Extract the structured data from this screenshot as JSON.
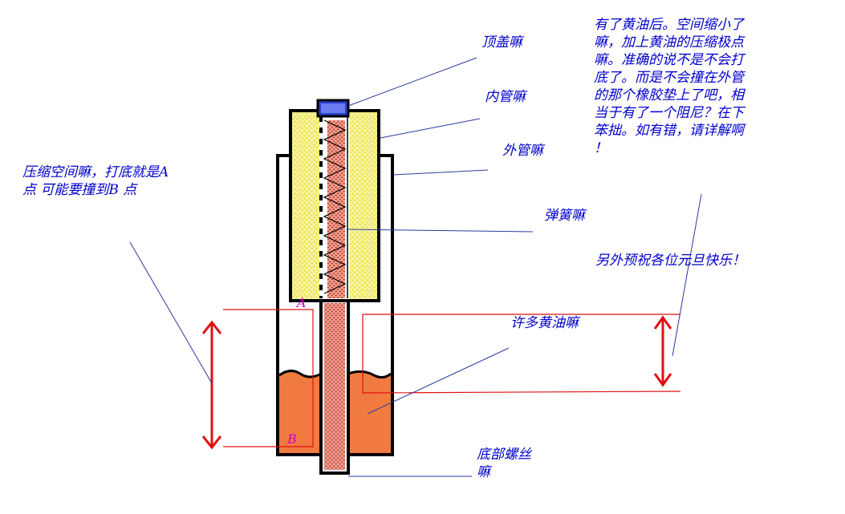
{
  "labels": {
    "top_cap": "顶盖嘛",
    "inner_tube": "内管嘛",
    "outer_tube": "外管嘛",
    "spring": "弹簧嘛",
    "grease": "许多黄油嘛",
    "bottom_screw_line1": "底部螺丝",
    "bottom_screw_line2": "嘛",
    "compress_line1": "压缩空间嘛，打底就是A",
    "compress_line2": "点  可能要撞到B  点",
    "greeting": "另外预祝各位元旦快乐！"
  },
  "notes": {
    "lines": [
      "有了黄油后。空间缩小了",
      "嘛，加上黄油的压缩极点",
      "嘛。准确的说不是不会打",
      "底了。而是不会撞在外管",
      "的那个橡胶垫上了吧，相",
      "当于有了一个阻尼？在下",
      "笨拙。如有错，请详解啊",
      "！"
    ]
  },
  "points": {
    "a": "A",
    "b": "B"
  },
  "colors": {
    "text": "#0000cc",
    "points": "#cc00cc",
    "outline": "#000000",
    "yellow_fill": "#f2ee7a",
    "rod_red": "#d94a3a",
    "grease_orange": "#f07a40",
    "cap_blue": "#2a3fd0",
    "arrow_red": "#e01010"
  }
}
